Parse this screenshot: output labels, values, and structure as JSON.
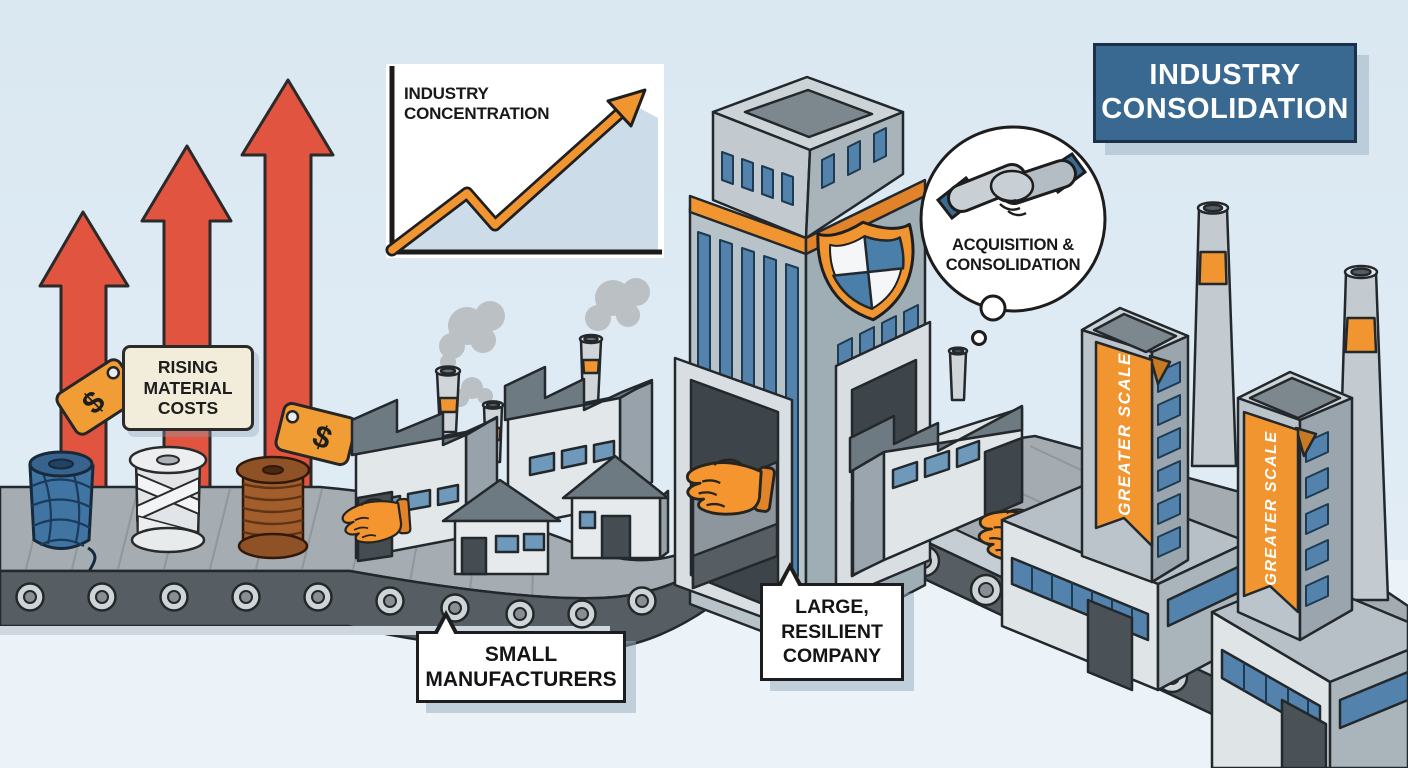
{
  "title": {
    "line1": "INDUSTRY",
    "line2": "CONSOLIDATION"
  },
  "chart": {
    "title_line1": "INDUSTRY",
    "title_line2": "CONCENTRATION"
  },
  "chart_data": {
    "type": "line",
    "title": "INDUSTRY CONCENTRATION",
    "x": [
      0,
      1,
      2,
      3
    ],
    "values": [
      8,
      42,
      25,
      92
    ],
    "xlabel": "",
    "ylabel": "",
    "axis_tick_labels_visible": false,
    "area_fill": true,
    "annotations": [
      "upward trend arrow"
    ],
    "line_color": "#f0952f",
    "area_color": "#ccdde9"
  },
  "labels": {
    "rising_costs_line1": "RISING",
    "rising_costs_line2": "MATERIAL",
    "rising_costs_line3": "COSTS",
    "small_mfr_line1": "SMALL",
    "small_mfr_line2": "MANUFACTURERS",
    "large_co_line1": "LARGE,",
    "large_co_line2": "RESILIENT",
    "large_co_line3": "COMPANY",
    "acq_line1": "ACQUISITION &",
    "acq_line2": "CONSOLIDATION",
    "banner_text": "GREATER SCALE",
    "dollar_sign": "$"
  },
  "icons": {
    "handshake": "handshake-icon",
    "shield": "shield-icon",
    "price_tag": "price-tag-icon",
    "trend_arrow": "trend-arrow-icon",
    "rising_arrows": "rising-arrow-icon",
    "glove": "glove-product-icon",
    "smoke": "smoke-icon"
  },
  "colors": {
    "sky": "#dae8f2",
    "arrow_red": "#e05440",
    "accent_orange": "#f0952f",
    "title_blue": "#396990",
    "window_blue": "#5383ac",
    "belt_dark": "#575e63",
    "belt_surface": "#a5adb2",
    "building_light": "#e2e7ea",
    "building_mid": "#b8c2c9",
    "roof_dark": "#6e7a82",
    "cream": "#f2ecda",
    "outline": "#222222",
    "chart_area": "#ccdde9"
  }
}
